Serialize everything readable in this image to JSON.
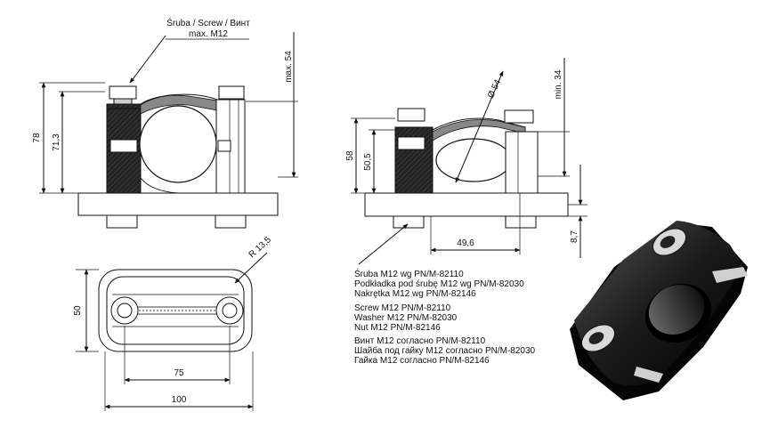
{
  "callouts": {
    "screw_top_line1": "Śruba / Screw / Винт",
    "screw_top_line2": "max. M12"
  },
  "dimensions": {
    "left_height_total": "78",
    "left_height_inner": "71,3",
    "left_max_right": "max. 54",
    "plan_radius": "R 13,5",
    "plan_width": "50",
    "plan_hole_spacing": "75",
    "plan_length": "100",
    "mid_height_total": "58",
    "mid_height_inner": "50,5",
    "mid_diameter": "Ø 54",
    "mid_min": "min. 34",
    "mid_offset": "49,6",
    "mid_base": "8,7"
  },
  "parts_list": [
    "Śruba M12 wg PN/M-82110",
    "Podkładka pod śrubę M12 wg PN/M-82030",
    "Nakrętka M12 wg PN/M-82146",
    "Screw M12  PN/M-82110",
    "Washer M12 PN/M-82030",
    "Nut M12 PN/M-82146",
    "Винт M12 согласно PN/M-82110",
    "Шайба под гайку M12 согласно PN/M-82030",
    "Гайка M12 согласно PN/M-82146"
  ]
}
